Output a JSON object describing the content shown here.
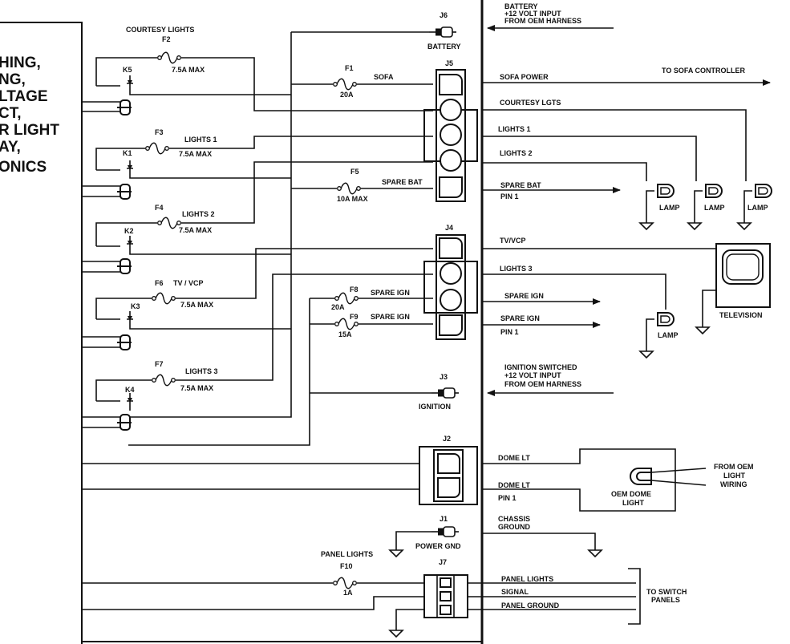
{
  "module_text": [
    "HING,",
    "NG,",
    "LTAGE",
    "CT,",
    "R LIGHT",
    "AY,",
    "ONICS"
  ],
  "connectors": {
    "J6": "J6",
    "J5": "J5",
    "J4": "J4",
    "J3": "J3",
    "J2": "J2",
    "J1": "J1",
    "J7": "J7"
  },
  "connector_labels": {
    "battery": "BATTERY",
    "ignition": "IGNITION",
    "power_gnd": "POWER GND"
  },
  "relays": {
    "k5": "K5",
    "k1": "K1",
    "k2": "K2",
    "k3": "K3",
    "k4": "K4"
  },
  "fuses": {
    "f2": {
      "id": "F2",
      "rating": "7.5A MAX",
      "name": "COURTESY LIGHTS"
    },
    "f3": {
      "id": "F3",
      "rating": "7.5A MAX",
      "name": "LIGHTS 1"
    },
    "f4": {
      "id": "F4",
      "rating": "7.5A MAX",
      "name": "LIGHTS 2"
    },
    "f6": {
      "id": "F6",
      "rating": "7.5A MAX",
      "name": "TV / VCP"
    },
    "f7": {
      "id": "F7",
      "rating": "7.5A MAX",
      "name": "LIGHTS 3"
    },
    "f1": {
      "id": "F1",
      "rating": "20A",
      "name": "SOFA"
    },
    "f5": {
      "id": "F5",
      "rating": "10A MAX",
      "name": "SPARE BAT"
    },
    "f8": {
      "id": "F8",
      "rating": "20A",
      "name": "SPARE IGN"
    },
    "f9": {
      "id": "F9",
      "rating": "15A",
      "name": "SPARE IGN"
    },
    "f10": {
      "id": "F10",
      "rating": "1A",
      "name": "PANEL LIGHTS"
    }
  },
  "inputs": {
    "battery": [
      "BATTERY",
      "+12 VOLT INPUT",
      "FROM OEM HARNESS"
    ],
    "ignition": [
      "IGNITION SWITCHED",
      "+12 VOLT INPUT",
      "FROM OEM HARNESS"
    ]
  },
  "outputs": {
    "sofa_power": "SOFA POWER",
    "to_sofa": "TO SOFA CONTROLLER",
    "courtesy": "COURTESY LGTS",
    "lights1": "LIGHTS 1",
    "lights2": "LIGHTS 2",
    "spare_bat": "SPARE BAT",
    "pin1": "PIN 1",
    "tv_vcp": "TV/VCP",
    "lights3": "LIGHTS 3",
    "spare_ign": "SPARE IGN",
    "dome_lt": "DOME LT",
    "chassis_ground": [
      "CHASSIS",
      "GROUND"
    ],
    "panel_lights": "PANEL LIGHTS",
    "signal": "SIGNAL",
    "panel_ground": "PANEL GROUND",
    "to_switch_panels": [
      "TO SWITCH",
      "PANELS"
    ]
  },
  "devices": {
    "lamp": "LAMP",
    "television": "TELEVISION",
    "oem_dome_light": [
      "OEM DOME",
      "LIGHT"
    ],
    "from_oem_light": [
      "FROM OEM",
      "LIGHT",
      "WIRING"
    ]
  }
}
